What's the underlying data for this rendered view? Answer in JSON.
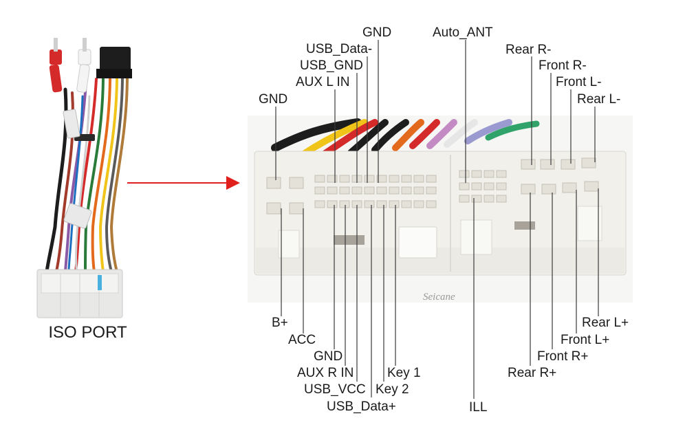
{
  "harness": {
    "caption": "ISO PORT"
  },
  "connector": {
    "watermark": "Seicane"
  },
  "colors": {
    "arrow": "#e0201c",
    "leader": "#3a3a3a",
    "housing": "#f1f0eb",
    "wire_red": "#d42a2a",
    "wire_black": "#1d1d1d",
    "wire_yellow": "#f0c419",
    "wire_white": "#f2f2f2"
  },
  "labels": {
    "gnd_top": "GND",
    "usb_data_minus": "USB_Data-",
    "usb_gnd": "USB_GND",
    "aux_l_in": "AUX L IN",
    "gnd_left": "GND",
    "auto_ant": "Auto_ANT",
    "rear_r_minus": "Rear R-",
    "front_r_minus": "Front R-",
    "front_l_minus": "Front L-",
    "rear_l_minus": "Rear L-",
    "b_plus": "B+",
    "acc": "ACC",
    "gnd_bottom": "GND",
    "aux_r_in": "AUX R IN",
    "usb_vcc": "USB_VCC",
    "usb_data_plus": "USB_Data+",
    "key_2": "Key 2",
    "key_1": "Key 1",
    "ill": "ILL",
    "rear_l_plus": "Rear L+",
    "front_l_plus": "Front L+",
    "front_r_plus": "Front R+",
    "rear_r_plus": "Rear R+"
  }
}
